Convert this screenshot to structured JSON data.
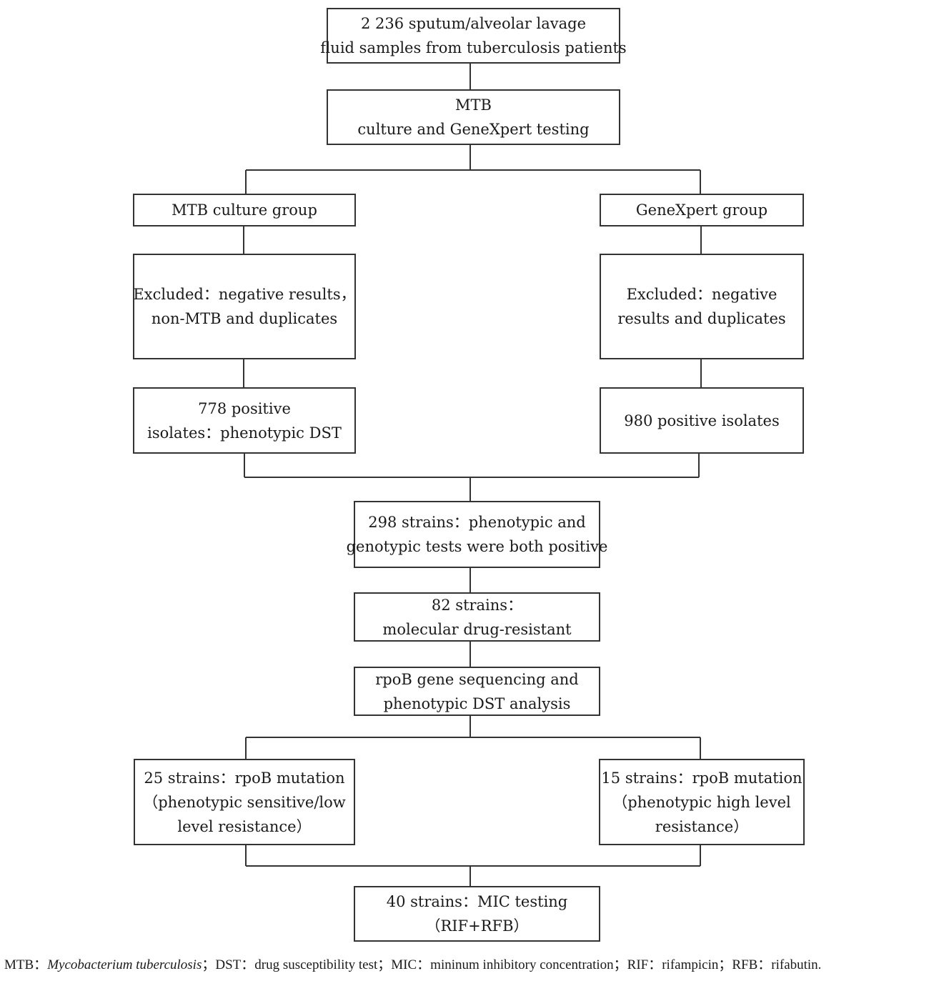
{
  "boxes": {
    "samples": [
      "2 236 sputum/alveolar lavage",
      "fluid samples from tuberculosis patients"
    ],
    "testing": [
      "MTB",
      "culture and GeneXpert testing"
    ],
    "culture_group": [
      "MTB culture group"
    ],
    "genexpert_group": [
      "GeneXpert group"
    ],
    "excluded_culture": [
      "Excluded：negative results，",
      "non-MTB and duplicates"
    ],
    "excluded_genexpert": [
      "Excluded：negative",
      "results and duplicates"
    ],
    "culture_positive": [
      "778 positive",
      "isolates：phenotypic DST"
    ],
    "genexpert_positive": [
      "980 positive isolates"
    ],
    "both_positive": [
      "298 strains：phenotypic and",
      "genotypic tests were both positive"
    ],
    "drug_resistant": [
      "82 strains：",
      "molecular drug-resistant"
    ],
    "sequencing": [
      "rpoB gene sequencing and",
      "phenotypic DST analysis"
    ],
    "mutation_low": [
      "25 strains：rpoB mutation",
      "（phenotypic sensitive/low",
      "level resistance）"
    ],
    "mutation_high": [
      "15 strains：rpoB mutation",
      "（phenotypic high level",
      "resistance）"
    ],
    "mic_testing": [
      "40 strains：MIC testing",
      "（RIF+RFB）"
    ]
  },
  "footnote": {
    "abbr_mtb": "MTB：",
    "mtb_full": "Mycobacterium tuberculosis",
    "rest": "；DST：drug susceptibility test；MIC：mininum inhibitory concentration；RIF：rifampicin；RFB：rifabutin."
  }
}
